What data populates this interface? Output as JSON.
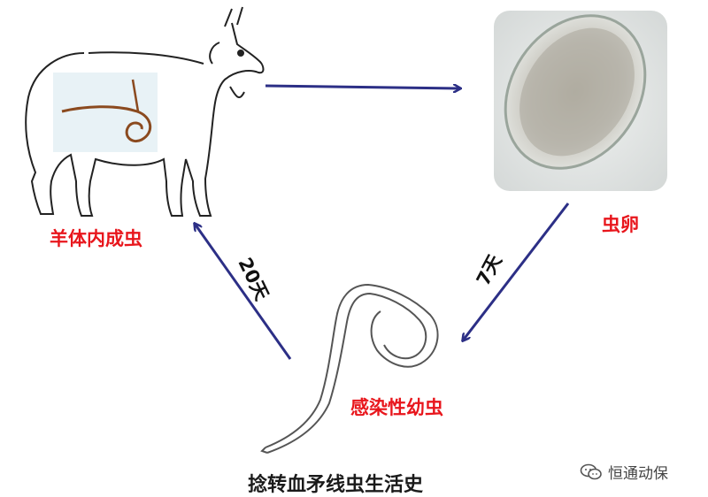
{
  "labels": {
    "adult": "羊体内成虫",
    "egg": "虫卵",
    "larva": "感染性幼虫",
    "title": "捻转血矛线虫生活史",
    "days_adult": "20天",
    "days_egg": "7天"
  },
  "watermark": {
    "text": "恒通动保",
    "icon": "wechat-icon"
  },
  "colors": {
    "arrow": "#2c2f86",
    "label_red": "#e8161c",
    "worm_brown": "#8b4a1f"
  }
}
